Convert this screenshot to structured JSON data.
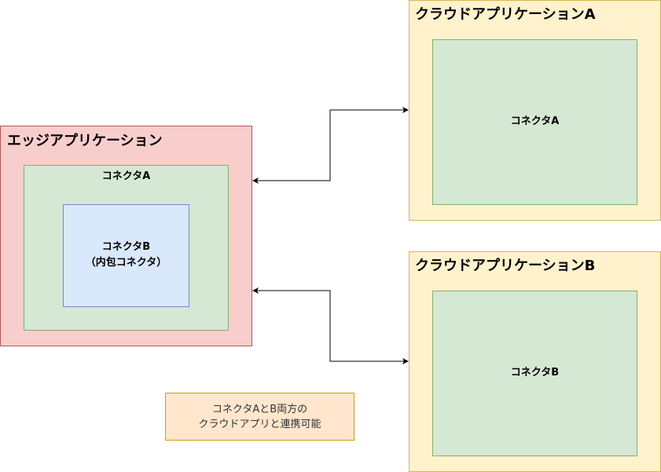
{
  "edge_app": {
    "title": "エッジアプリケーション",
    "connector_a": "コネクタA",
    "connector_b_line1": "コネクタB",
    "connector_b_line2": "（内包コネクタ）"
  },
  "cloud_a": {
    "title": "クラウドアプリケーションA",
    "connector": "コネクタA"
  },
  "cloud_b": {
    "title": "クラウドアプリケーションB",
    "connector": "コネクタB"
  },
  "note": {
    "line1": "コネクタAとB両方の",
    "line2": "クラウドアプリと連携可能"
  },
  "colors": {
    "edge_fill": "#f8cecc",
    "edge_stroke": "#b85450",
    "connector_fill": "#d5e8d4",
    "connector_stroke": "#82b366",
    "inner_fill": "#dae8fc",
    "inner_stroke": "#6c8ebf",
    "cloud_fill": "#fff2cc",
    "cloud_stroke": "#d6b656",
    "note_fill": "#ffe6cc",
    "note_stroke": "#d79b00"
  }
}
